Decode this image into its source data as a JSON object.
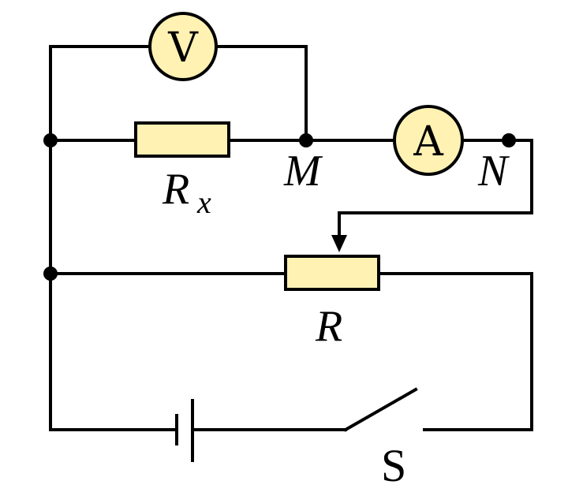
{
  "colors": {
    "component_fill": "#FFF2B3",
    "wire": "#000000",
    "background": "#FFFFFF"
  },
  "labels": {
    "voltmeter": "V",
    "ammeter": "A",
    "resistor_rx_main": "R",
    "resistor_rx_sub": "x",
    "node_m": "M",
    "node_n": "N",
    "rheostat": "R",
    "switch": "S"
  }
}
